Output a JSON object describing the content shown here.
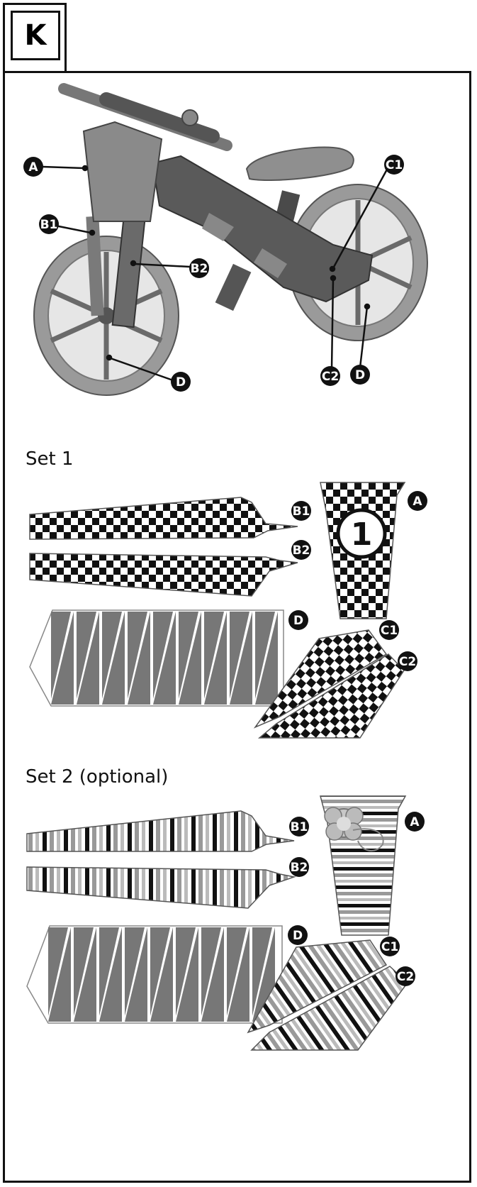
{
  "section_letter": "K",
  "callouts": {
    "a": "A",
    "b1": "B1",
    "b2": "B2",
    "c1": "C1",
    "c2": "C2",
    "d": "D"
  },
  "sets": [
    {
      "title": "Set 1",
      "emblem_number": "1"
    },
    {
      "title": "Set 2 (optional)"
    }
  ]
}
